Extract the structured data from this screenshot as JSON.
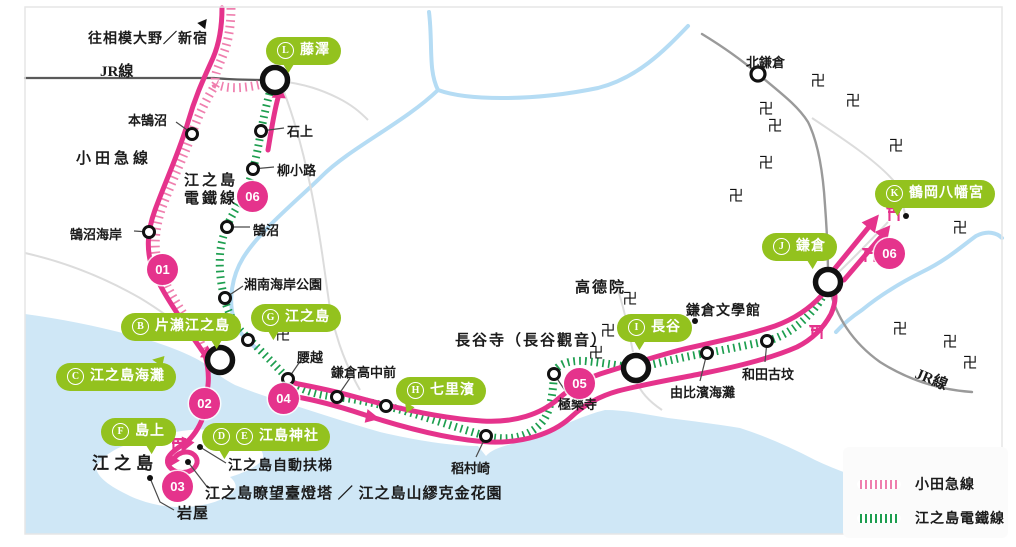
{
  "accents": {
    "route_pink": "#e5338c",
    "odakyu_pink": "#ef7fae",
    "enoden_green": "#1d9e4f",
    "bubble_green": "#93c21e",
    "sea_blue": "#cfe7f6"
  },
  "icons": {
    "temple": "卍"
  },
  "direction": {
    "to_shinjuku": "往相模大野／新宿"
  },
  "lines": {
    "jr_left": "JR線",
    "jr_right": "JR線",
    "odakyu": "小田急線",
    "enoden_line1": "江之島",
    "enoden_line2": "電鐵線"
  },
  "stations": {
    "hon_kugenuma": "本鵠沼",
    "kugenuma_kaigan": "鵠沼海岸",
    "ishigami": "石上",
    "yanagikoji": "柳小路",
    "kugenuma": "鵠沼",
    "shonan_kaigan_park": "湘南海岸公園",
    "koshigoe": "腰越",
    "kamakura_kokomae": "鎌倉高中前",
    "inamuragasaki": "稻村崎",
    "gokurakuji": "極樂寺",
    "yuigahama": "由比濱海灘",
    "wadazuka": "和田古坟",
    "kita_kamakura": "北鎌倉"
  },
  "places": {
    "hasedera": "長谷寺（長谷觀音）",
    "kotokuin": "高德院",
    "bungakukan": "鎌倉文學館",
    "enoshima": "江之島",
    "escalator": "江之島自動扶梯",
    "lighthouse": "江之島瞭望臺燈塔 ／ 江之島山繆克金花園",
    "iwaya": "岩屋"
  },
  "bubbles": [
    {
      "letters": [
        "L"
      ],
      "name": "藤澤"
    },
    {
      "letters": [
        "B"
      ],
      "name": "片瀨江之島"
    },
    {
      "letters": [
        "G"
      ],
      "name": "江之島"
    },
    {
      "letters": [
        "C"
      ],
      "name": "江之島海灘"
    },
    {
      "letters": [
        "F"
      ],
      "name": "島上"
    },
    {
      "letters": [
        "D",
        "E"
      ],
      "name": "江島神社"
    },
    {
      "letters": [
        "H"
      ],
      "name": "七里濱"
    },
    {
      "letters": [
        "I"
      ],
      "name": "長谷"
    },
    {
      "letters": [
        "J"
      ],
      "name": "鎌倉"
    },
    {
      "letters": [
        "K"
      ],
      "name": "鶴岡八幡宮"
    }
  ],
  "stops": {
    "s01": "01",
    "s06a": "06",
    "s02": "02",
    "s03": "03",
    "s04": "04",
    "s05": "05",
    "s06b": "06"
  },
  "legend": {
    "items": [
      {
        "label": "小田急線"
      },
      {
        "label": "江之島電鐵線"
      }
    ]
  }
}
